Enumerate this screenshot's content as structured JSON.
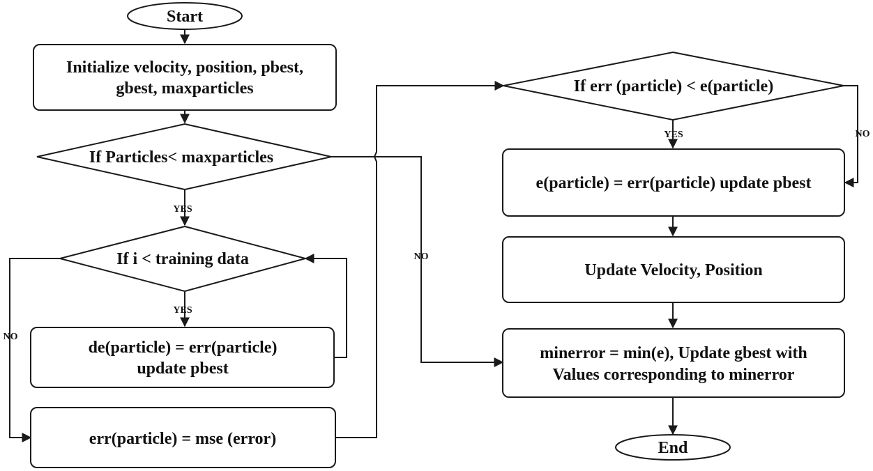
{
  "nodes": {
    "start": "Start",
    "init_line1": "Initialize velocity, position, pbest,",
    "init_line2": "gbest, maxparticles",
    "cond_particles": "If  Particles< maxparticles",
    "cond_training": "If  i < training data",
    "de_line1": "de(particle) = err(particle)",
    "de_line2": "update pbest",
    "err_mse": "err(particle) = mse (error)",
    "cond_err": "If  err (particle) < e(particle)",
    "e_update": "e(particle) = err(particle) update pbest",
    "update_vel": "Update Velocity, Position",
    "min_line1": "minerror = min(e), Update gbest with",
    "min_line2": "Values corresponding to minerror",
    "end": "End"
  },
  "labels": {
    "yes_particles": "YES",
    "yes_training": "YES",
    "yes_err": "YES",
    "no_training": "NO",
    "no_particles": "NO",
    "no_err": "NO"
  }
}
